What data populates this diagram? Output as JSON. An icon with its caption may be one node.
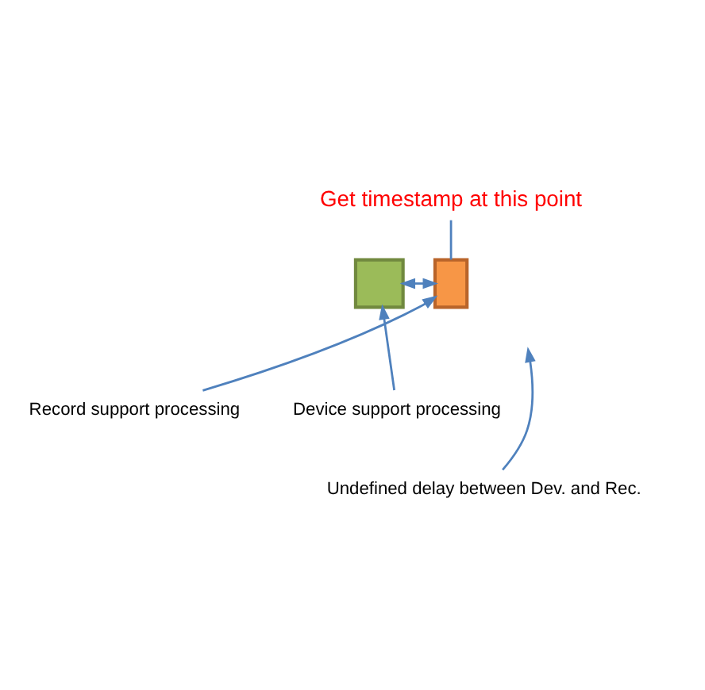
{
  "diagram": {
    "nodes": [
      {
        "text": [
          "Get timestamp at this point"
        ]
      },
      {
        "text": [],
        "shape": "box"
      },
      {
        "text": [],
        "shape": "box"
      },
      {
        "text": [
          "Device support processing"
        ]
      },
      {
        "text": [
          "Undefined delay between Dev. and Rec."
        ]
      },
      {
        "text": [
          "Record support processing"
        ]
      }
    ],
    "edges": [
      {
        "from": 1,
        "to": 2,
        "arrow": "both"
      },
      {
        "from": 0,
        "to": 2,
        "arrow": "none"
      },
      {
        "from": 3,
        "to": 1,
        "arrow": "to"
      },
      {
        "from": 4,
        "to": null,
        "arrow": "to"
      },
      {
        "from": 5,
        "to": 2,
        "arrow": "to"
      }
    ]
  }
}
